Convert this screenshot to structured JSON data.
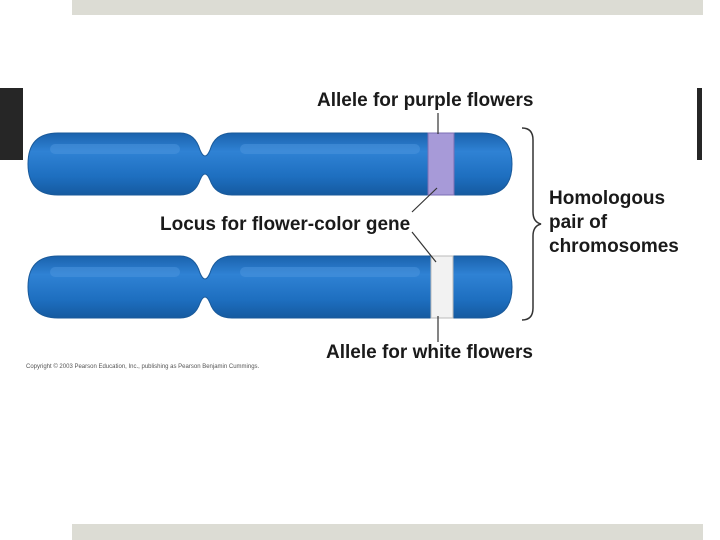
{
  "labels": {
    "allele_purple": "Allele for purple flowers",
    "locus": "Locus for flower-color gene",
    "allele_white": "Allele for white flowers",
    "homologous_line1": "Homologous",
    "homologous_line2": "pair of",
    "homologous_line3": "chromosomes"
  },
  "copyright": "Copyright © 2003 Pearson Education, Inc., publishing as Pearson Benjamin Cummings.",
  "colors": {
    "chromosome": "#1e6fc0",
    "chromosome_highlight": "#4a94dd",
    "purple_allele": "#a79ad8",
    "white_allele": "#f2f2f2",
    "slide_bar": "#dcdcd4"
  }
}
